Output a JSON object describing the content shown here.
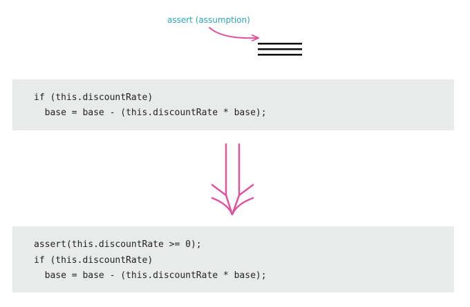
{
  "annotation": {
    "label": "assert (assumption)"
  },
  "before_code": {
    "lines": [
      "if (this.discountRate)",
      "  base = base - (this.discountRate * base);"
    ]
  },
  "after_code": {
    "lines": [
      "assert(this.discountRate >= 0);",
      "if (this.discountRate)",
      "  base = base - (this.discountRate * base);"
    ]
  },
  "colors": {
    "accent_pink": "#e0529c",
    "annotation_teal": "#2aa6b8",
    "code_background": "#e9ebea",
    "code_text": "#222222",
    "marker_black": "#111111"
  },
  "icons": {
    "triple_bar": "triple-line-marker-icon",
    "transform_arrow": "double-down-arrow-icon",
    "pointer_arrow": "curved-pointer-arrow-icon"
  }
}
